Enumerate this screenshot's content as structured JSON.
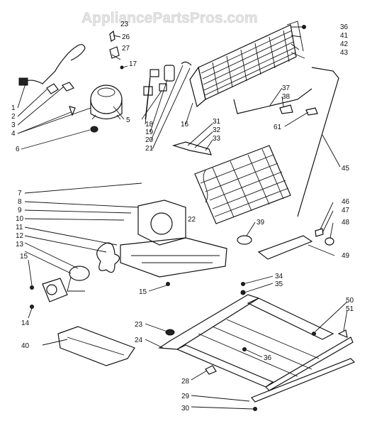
{
  "watermark": "AppliancePartsPros.com",
  "labels": {
    "l1": "1",
    "l2": "2",
    "l3": "3",
    "l4": "4",
    "l5": "5",
    "l6": "6",
    "l7": "7",
    "l8": "8",
    "l9": "9",
    "l10": "10",
    "l11": "11",
    "l12": "12",
    "l13": "13",
    "l14": "14",
    "l15a": "15",
    "l15b": "15",
    "l16": "16",
    "l17": "17",
    "l18": "18",
    "l19": "19",
    "l20": "20",
    "l21": "21",
    "l22": "22",
    "l23a": "23",
    "l23b": "23",
    "l24": "24",
    "l26": "26",
    "l27": "27",
    "l28": "28",
    "l29": "29",
    "l30": "30",
    "l31": "31",
    "l32": "32",
    "l33": "33",
    "l34": "34",
    "l35": "35",
    "l36a": "36",
    "l36b": "36",
    "l37": "37",
    "l38": "38",
    "l39": "39",
    "l40": "40",
    "l41": "41",
    "l42": "42",
    "l43": "43",
    "l45": "45",
    "l46": "46",
    "l47": "47",
    "l48": "48",
    "l49": "49",
    "l50": "50",
    "l51": "51",
    "l61": "61"
  }
}
